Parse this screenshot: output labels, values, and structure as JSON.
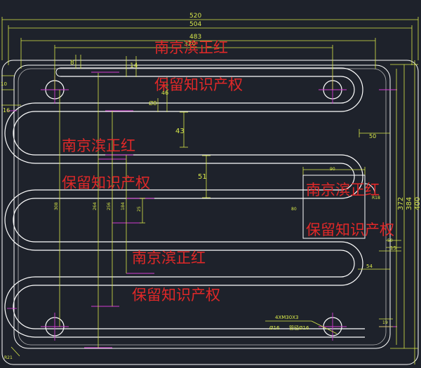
{
  "drawing": {
    "colors": {
      "background": "#1e222b",
      "outline": "#ffffff",
      "dimension": "#d8e84a",
      "centerline": "#d23cd2",
      "watermark": "#e02828"
    },
    "dimensions": {
      "top_520": "520",
      "top_504": "504",
      "top_483": "483",
      "top_320": "320",
      "top_8": "8",
      "top_14": "14",
      "left_10": "10",
      "left_16": "16",
      "d8": "Ø8",
      "d46": "46",
      "d43": "43",
      "d51": "51",
      "right_50": "50",
      "box_90": "90",
      "box_80": "80",
      "box_r18": "R18",
      "right_372": "372",
      "right_384": "384",
      "right_400": "400",
      "right_50b": "50",
      "right_15": "15",
      "right_54": "54",
      "right_19": "19",
      "v_308": "308",
      "v_264": "264",
      "v_256": "256",
      "v_184": "184",
      "v_25": "25",
      "corner_r": "R21"
    },
    "notes": {
      "holes": "4XM30X3",
      "left_spec": "Ø16",
      "right_spec": "管径Ø16"
    },
    "watermarks": {
      "name": "南京滨正红",
      "rights": "保留知识产权"
    }
  }
}
